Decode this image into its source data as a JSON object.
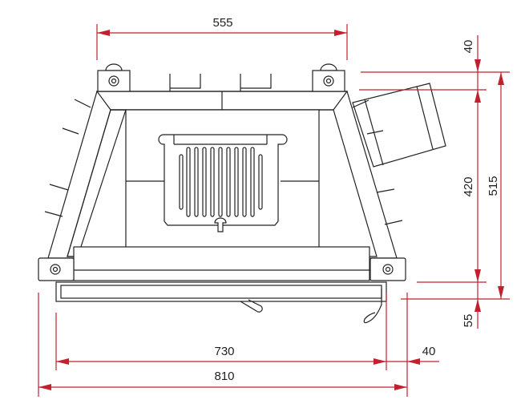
{
  "dimensions": {
    "top_width": "555",
    "top_offset": "40",
    "depth_inner": "420",
    "depth_total": "515",
    "front_offset": "55",
    "width_inner": "730",
    "width_total": "810",
    "side_offset": "40"
  },
  "colors": {
    "dimension_line": "#c3202e",
    "drawing_line": "#222222"
  }
}
